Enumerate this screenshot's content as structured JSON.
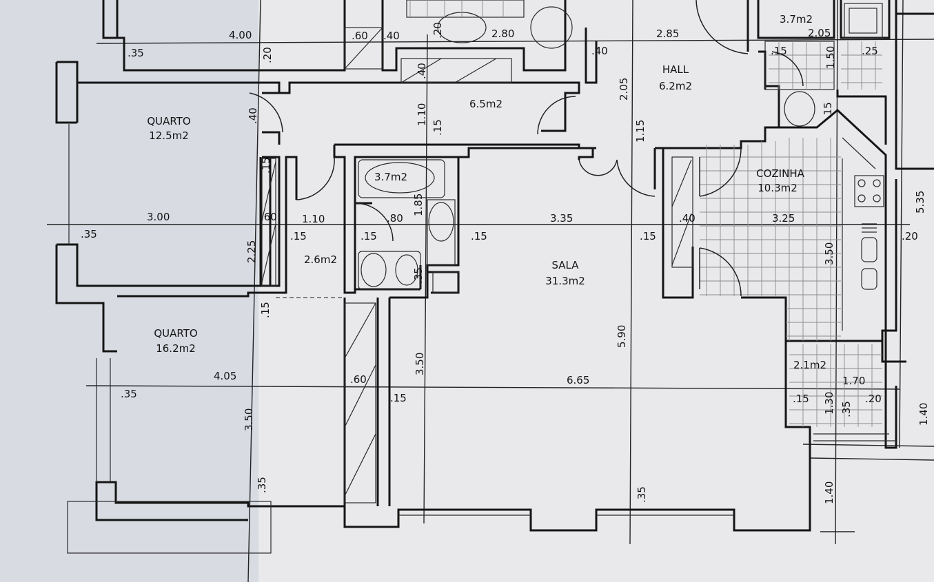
{
  "rooms": {
    "quarto_top": {
      "name": "QUARTO",
      "area": "12.5m2"
    },
    "quarto_bottom": {
      "name": "QUARTO",
      "area": "16.2m2"
    },
    "hall": {
      "name": "HALL",
      "area": "6.2m2"
    },
    "sala": {
      "name": "SALA",
      "area": "31.3m2"
    },
    "cozinha": {
      "name": "COZINHA",
      "area": "10.3m2"
    },
    "corridor": {
      "area": "6.5m2"
    },
    "bath_mid": {
      "area": "3.7m2"
    },
    "bath_top": {
      "area": "3.7m2"
    },
    "wc": {
      "area": "2.6m2"
    },
    "laundry": {
      "area": "2.1m2"
    }
  },
  "dims": {
    "d1": "4.00",
    "d2": ".35",
    "d3": ".20",
    "d4": ".60",
    "d5": ".40",
    "d6": ".20",
    "d7": "2.80",
    "d8": "2.85",
    "d9": "2.05",
    "d10": ".15",
    "d11": "1.50",
    "d12": ".25",
    "d13": ".40",
    "d14": ".40",
    "d15": "1.10",
    "d16": "2.05",
    "d17": ".15",
    "d18": "1.15",
    "d19": ".40",
    "d20": ".15",
    "d21": "3.00",
    "d22": ".35",
    "d23": "1.10",
    "d24": ".15",
    "d25": ".15",
    "d26": ".60",
    "d27": ".80",
    "d28": "1.85",
    "d29": ".15",
    "d30": "3.35",
    "d31": ".15",
    "d32": ".15",
    "d33": ".40",
    "d34": "3.25",
    "d35": ".20",
    "d36": "5.35",
    "d37": ".15",
    "d38": "2.25",
    "d39": "3.50",
    "d40": ".35",
    "d41": ".15",
    "d42": "4.05",
    "d43": ".35",
    "d44": ".60",
    "d45": ".15",
    "d46": "3.50",
    "d47": "6.65",
    "d48": "5.90",
    "d49": "3.50",
    "d50": ".35",
    "d51": ".35",
    "d52": "1.70",
    "d53": ".15",
    "d54": "1.30",
    "d55": ".35",
    "d56": ".20",
    "d57": "1.40",
    "d58": "1.40"
  }
}
